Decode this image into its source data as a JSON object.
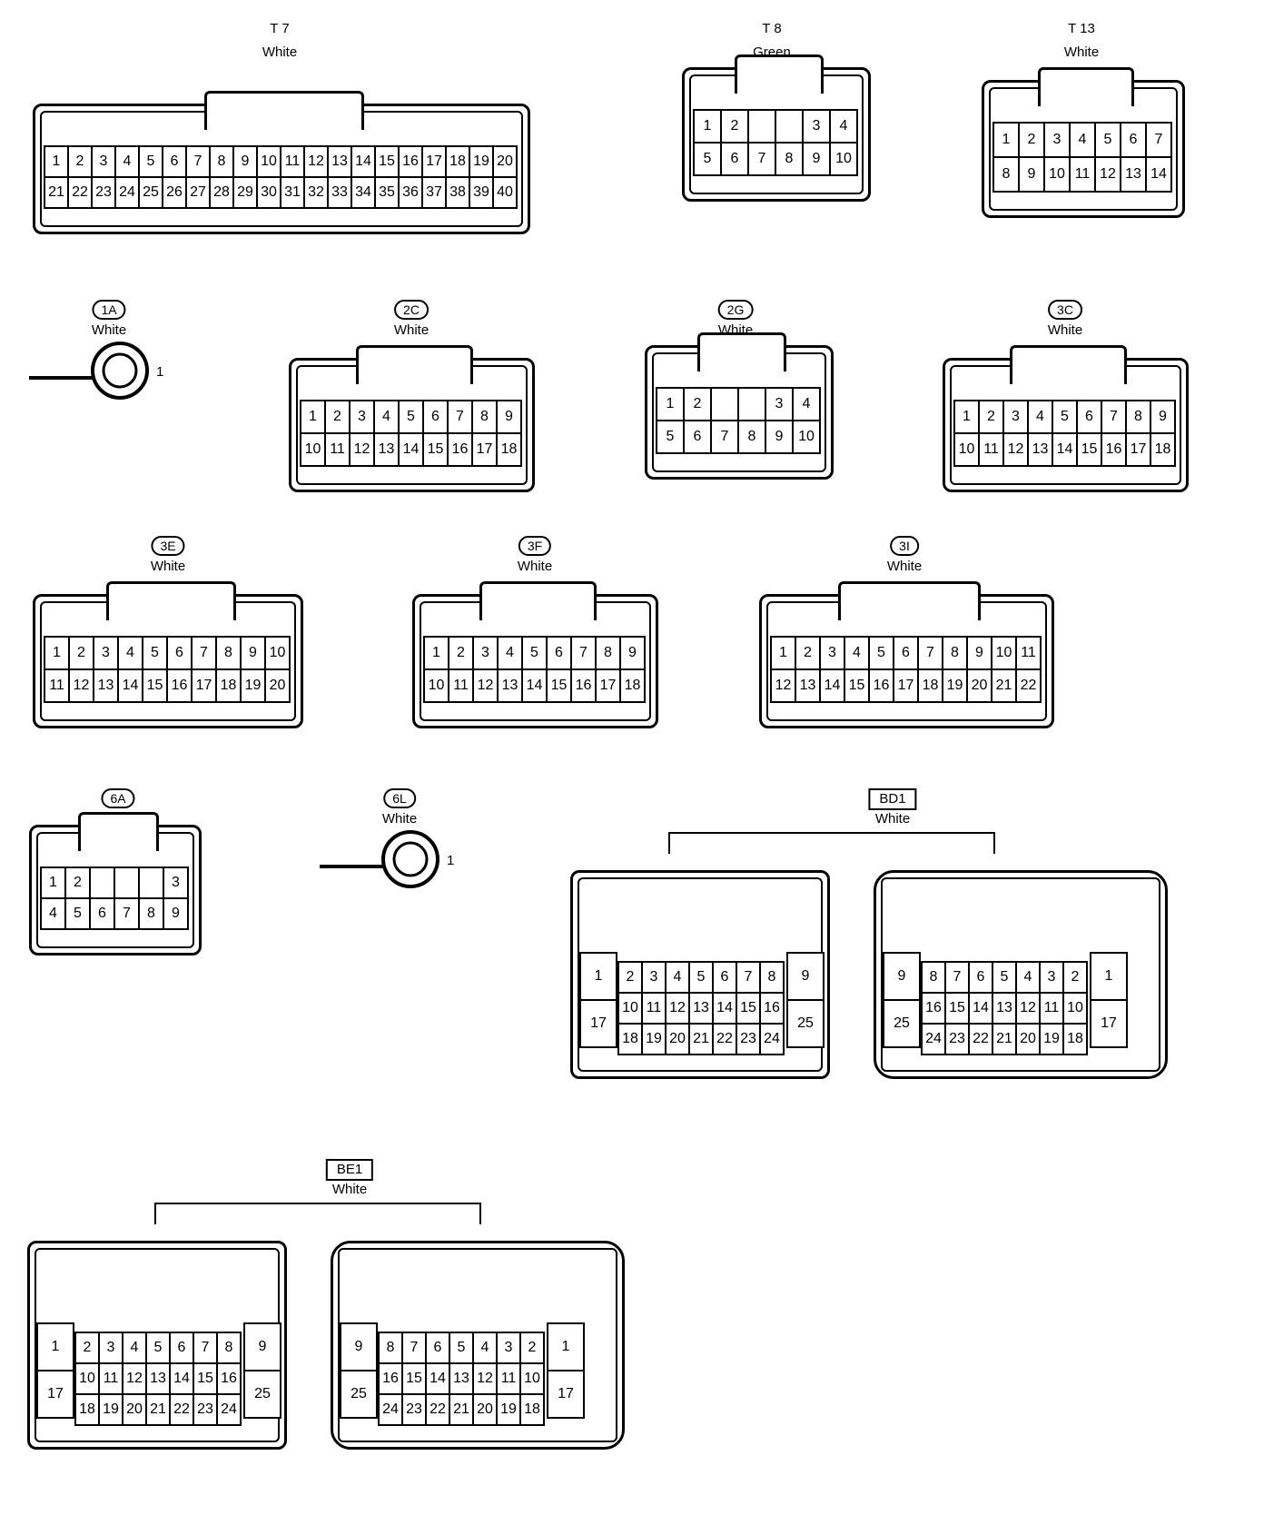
{
  "connectors": [
    {
      "id": "T7",
      "code": "T 7",
      "color": "White",
      "style": "plain",
      "cols": 20,
      "rows": [
        [
          "1",
          "2",
          "3",
          "4",
          "5",
          "6",
          "7",
          "8",
          "9",
          "10",
          "11",
          "12",
          "13",
          "14",
          "15",
          "16",
          "17",
          "18",
          "19",
          "20"
        ],
        [
          "21",
          "22",
          "23",
          "24",
          "25",
          "26",
          "27",
          "28",
          "29",
          "30",
          "31",
          "32",
          "33",
          "34",
          "35",
          "36",
          "37",
          "38",
          "39",
          "40"
        ]
      ]
    },
    {
      "id": "T8",
      "code": "T 8",
      "color": "Green",
      "style": "plain",
      "cols": 6,
      "rows": [
        [
          "1",
          "2",
          "",
          "",
          "3",
          "4"
        ],
        [
          "5",
          "6",
          "7",
          "8",
          "9",
          "10"
        ]
      ]
    },
    {
      "id": "T13",
      "code": "T 13",
      "color": "White",
      "style": "plain",
      "cols": 7,
      "rows": [
        [
          "1",
          "2",
          "3",
          "4",
          "5",
          "6",
          "7"
        ],
        [
          "8",
          "9",
          "10",
          "11",
          "12",
          "13",
          "14"
        ]
      ]
    },
    {
      "id": "1A",
      "code": "1A",
      "color": "White",
      "style": "badge",
      "terminal": "1"
    },
    {
      "id": "2C",
      "code": "2C",
      "color": "White",
      "style": "badge",
      "cols": 9,
      "rows": [
        [
          "1",
          "2",
          "3",
          "4",
          "5",
          "6",
          "7",
          "8",
          "9"
        ],
        [
          "10",
          "11",
          "12",
          "13",
          "14",
          "15",
          "16",
          "17",
          "18"
        ]
      ]
    },
    {
      "id": "2G",
      "code": "2G",
      "color": "White",
      "style": "badge",
      "cols": 6,
      "rows": [
        [
          "1",
          "2",
          "",
          "",
          "3",
          "4"
        ],
        [
          "5",
          "6",
          "7",
          "8",
          "9",
          "10"
        ]
      ]
    },
    {
      "id": "3C",
      "code": "3C",
      "color": "White",
      "style": "badge",
      "cols": 9,
      "rows": [
        [
          "1",
          "2",
          "3",
          "4",
          "5",
          "6",
          "7",
          "8",
          "9"
        ],
        [
          "10",
          "11",
          "12",
          "13",
          "14",
          "15",
          "16",
          "17",
          "18"
        ]
      ]
    },
    {
      "id": "3E",
      "code": "3E",
      "color": "White",
      "style": "badge",
      "cols": 10,
      "rows": [
        [
          "1",
          "2",
          "3",
          "4",
          "5",
          "6",
          "7",
          "8",
          "9",
          "10"
        ],
        [
          "11",
          "12",
          "13",
          "14",
          "15",
          "16",
          "17",
          "18",
          "19",
          "20"
        ]
      ]
    },
    {
      "id": "3F",
      "code": "3F",
      "color": "White",
      "style": "badge",
      "cols": 9,
      "rows": [
        [
          "1",
          "2",
          "3",
          "4",
          "5",
          "6",
          "7",
          "8",
          "9"
        ],
        [
          "10",
          "11",
          "12",
          "13",
          "14",
          "15",
          "16",
          "17",
          "18"
        ]
      ]
    },
    {
      "id": "3I",
      "code": "3I",
      "color": "White",
      "style": "badge",
      "cols": 11,
      "rows": [
        [
          "1",
          "2",
          "3",
          "4",
          "5",
          "6",
          "7",
          "8",
          "9",
          "10",
          "11"
        ],
        [
          "12",
          "13",
          "14",
          "15",
          "16",
          "17",
          "18",
          "19",
          "20",
          "21",
          "22"
        ]
      ]
    },
    {
      "id": "6A",
      "code": "6A",
      "color": "White",
      "style": "badge",
      "cols": 6,
      "rows": [
        [
          "1",
          "2",
          "",
          "",
          "",
          "3"
        ],
        [
          "4",
          "5",
          "6",
          "7",
          "8",
          "9"
        ]
      ]
    },
    {
      "id": "6L",
      "code": "6L",
      "color": "White",
      "style": "badge",
      "terminal": "1"
    },
    {
      "id": "BD1",
      "code": "BD1",
      "color": "White",
      "style": "box",
      "left": {
        "side_l": [
          "1",
          "17"
        ],
        "side_r": [
          "9",
          "25"
        ],
        "rows": [
          [
            "2",
            "3",
            "4",
            "5",
            "6",
            "7",
            "8"
          ],
          [
            "10",
            "11",
            "12",
            "13",
            "14",
            "15",
            "16"
          ],
          [
            "18",
            "19",
            "20",
            "21",
            "22",
            "23",
            "24"
          ]
        ]
      },
      "right": {
        "side_l": [
          "9",
          "25"
        ],
        "side_r": [
          "1",
          "17"
        ],
        "rows": [
          [
            "8",
            "7",
            "6",
            "5",
            "4",
            "3",
            "2"
          ],
          [
            "16",
            "15",
            "14",
            "13",
            "12",
            "11",
            "10"
          ],
          [
            "24",
            "23",
            "22",
            "21",
            "20",
            "19",
            "18"
          ]
        ]
      }
    },
    {
      "id": "BE1",
      "code": "BE1",
      "color": "White",
      "style": "box",
      "left": {
        "side_l": [
          "1",
          "17"
        ],
        "side_r": [
          "9",
          "25"
        ],
        "rows": [
          [
            "2",
            "3",
            "4",
            "5",
            "6",
            "7",
            "8"
          ],
          [
            "10",
            "11",
            "12",
            "13",
            "14",
            "15",
            "16"
          ],
          [
            "18",
            "19",
            "20",
            "21",
            "22",
            "23",
            "24"
          ]
        ]
      },
      "right": {
        "side_l": [
          "9",
          "25"
        ],
        "side_r": [
          "1",
          "17"
        ],
        "rows": [
          [
            "8",
            "7",
            "6",
            "5",
            "4",
            "3",
            "2"
          ],
          [
            "16",
            "15",
            "14",
            "13",
            "12",
            "11",
            "10"
          ],
          [
            "24",
            "23",
            "22",
            "21",
            "20",
            "19",
            "18"
          ]
        ]
      }
    }
  ]
}
